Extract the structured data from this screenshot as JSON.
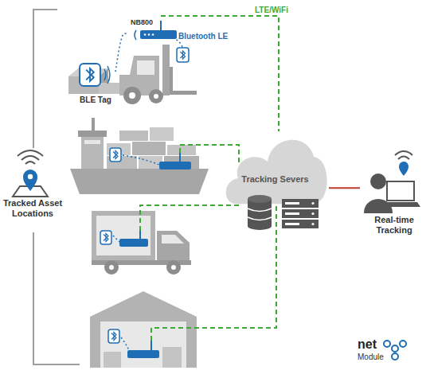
{
  "diagram": {
    "nodes": [
      {
        "text": [
          "Tracked Asset Locations"
        ]
      },
      {
        "text": [
          "NB800"
        ]
      },
      {
        "text": [
          "BLE Tag"
        ]
      },
      {
        "text": [
          "Tracking Severs"
        ]
      },
      {
        "text": [
          "Real-time Tracking"
        ]
      }
    ],
    "edges": [
      {
        "from": 2,
        "to": 1,
        "arrow": "none"
      },
      {
        "from": 1,
        "to": 3,
        "arrow": "none",
        "label": "LTE/WiFi"
      },
      {
        "from": 3,
        "to": 4,
        "arrow": "none"
      }
    ],
    "labels": [
      "Bluetooth LE",
      "net",
      "Module"
    ]
  }
}
